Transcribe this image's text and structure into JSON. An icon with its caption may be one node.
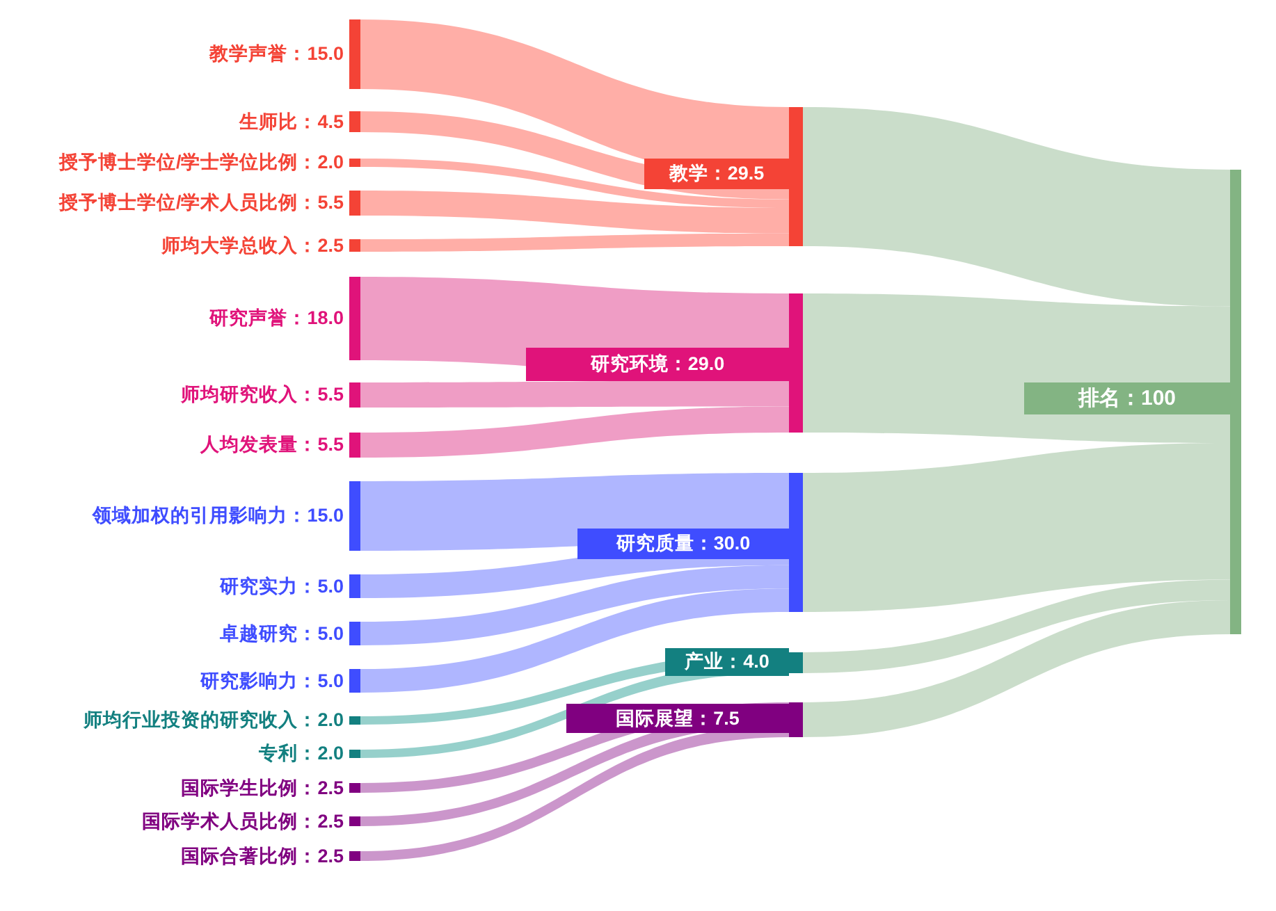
{
  "diagram": {
    "nodes": [
      {
        "text": [
          "教学声誉：15.0"
        ]
      },
      {
        "text": [
          "生师比：4.5"
        ]
      },
      {
        "text": [
          "授予博士学位/学士学位比例：2.0"
        ]
      },
      {
        "text": [
          "授予博士学位/学术人员比例：5.5"
        ]
      },
      {
        "text": [
          "师均大学总收入：2.5"
        ]
      },
      {
        "text": [
          "研究声誉：18.0"
        ]
      },
      {
        "text": [
          "师均研究收入：5.5"
        ]
      },
      {
        "text": [
          "人均发表量：5.5"
        ]
      },
      {
        "text": [
          "领域加权的引用影响力：15.0"
        ]
      },
      {
        "text": [
          "研究实力：5.0"
        ]
      },
      {
        "text": [
          "卓越研究：5.0"
        ]
      },
      {
        "text": [
          "研究影响力：5.0"
        ]
      },
      {
        "text": [
          "师均行业投资的研究收入：2.0"
        ]
      },
      {
        "text": [
          "专利：2.0"
        ]
      },
      {
        "text": [
          "国际学生比例：2.5"
        ]
      },
      {
        "text": [
          "国际学术人员比例：2.5"
        ]
      },
      {
        "text": [
          "国际合著比例：2.5"
        ]
      },
      {
        "text": [
          "教学：29.5"
        ]
      },
      {
        "text": [
          "研究环境：29.0"
        ]
      },
      {
        "text": [
          "研究质量：30.0"
        ]
      },
      {
        "text": [
          "产业：4.0"
        ]
      },
      {
        "text": [
          "国际展望：7.5"
        ]
      },
      {
        "text": [
          "排名：100"
        ]
      }
    ],
    "edges": [
      {
        "from": 0,
        "to": 17,
        "arrow": "none",
        "color": "#ffaaa2"
      },
      {
        "from": 1,
        "to": 17,
        "arrow": "none",
        "color": "#ffaaa2"
      },
      {
        "from": 2,
        "to": 17,
        "arrow": "none",
        "color": "#ffaaa2"
      },
      {
        "from": 3,
        "to": 17,
        "arrow": "none",
        "color": "#ffaaa2"
      },
      {
        "from": 4,
        "to": 17,
        "arrow": "none",
        "color": "#ffaaa2"
      },
      {
        "from": 5,
        "to": 18,
        "arrow": "none",
        "color": "#ee98c2"
      },
      {
        "from": 6,
        "to": 18,
        "arrow": "none",
        "color": "#ee98c2"
      },
      {
        "from": 7,
        "to": 18,
        "arrow": "none",
        "color": "#ee98c2"
      },
      {
        "from": 8,
        "to": 19,
        "arrow": "none",
        "color": "#abb2ff"
      },
      {
        "from": 9,
        "to": 19,
        "arrow": "none",
        "color": "#abb2ff"
      },
      {
        "from": 10,
        "to": 19,
        "arrow": "none",
        "color": "#abb2ff"
      },
      {
        "from": 11,
        "to": 19,
        "arrow": "none",
        "color": "#abb2ff"
      },
      {
        "from": 12,
        "to": 20,
        "arrow": "none",
        "color": "#90cdc8"
      },
      {
        "from": 13,
        "to": 20,
        "arrow": "none",
        "color": "#90cdc8"
      },
      {
        "from": 14,
        "to": 21,
        "arrow": "none",
        "color": "#c890c8"
      },
      {
        "from": 15,
        "to": 21,
        "arrow": "none",
        "color": "#c890c8"
      },
      {
        "from": 16,
        "to": 21,
        "arrow": "none",
        "color": "#c890c8"
      },
      {
        "from": 17,
        "to": 22,
        "arrow": "none",
        "color": "#c7dbc7"
      },
      {
        "from": 18,
        "to": 22,
        "arrow": "none",
        "color": "#c7dbc7"
      },
      {
        "from": 19,
        "to": 22,
        "arrow": "none",
        "color": "#c7dbc7"
      },
      {
        "from": 20,
        "to": 22,
        "arrow": "none",
        "color": "#c7dbc7"
      },
      {
        "from": 21,
        "to": 22,
        "arrow": "none",
        "color": "#c7dbc7"
      }
    ]
  }
}
